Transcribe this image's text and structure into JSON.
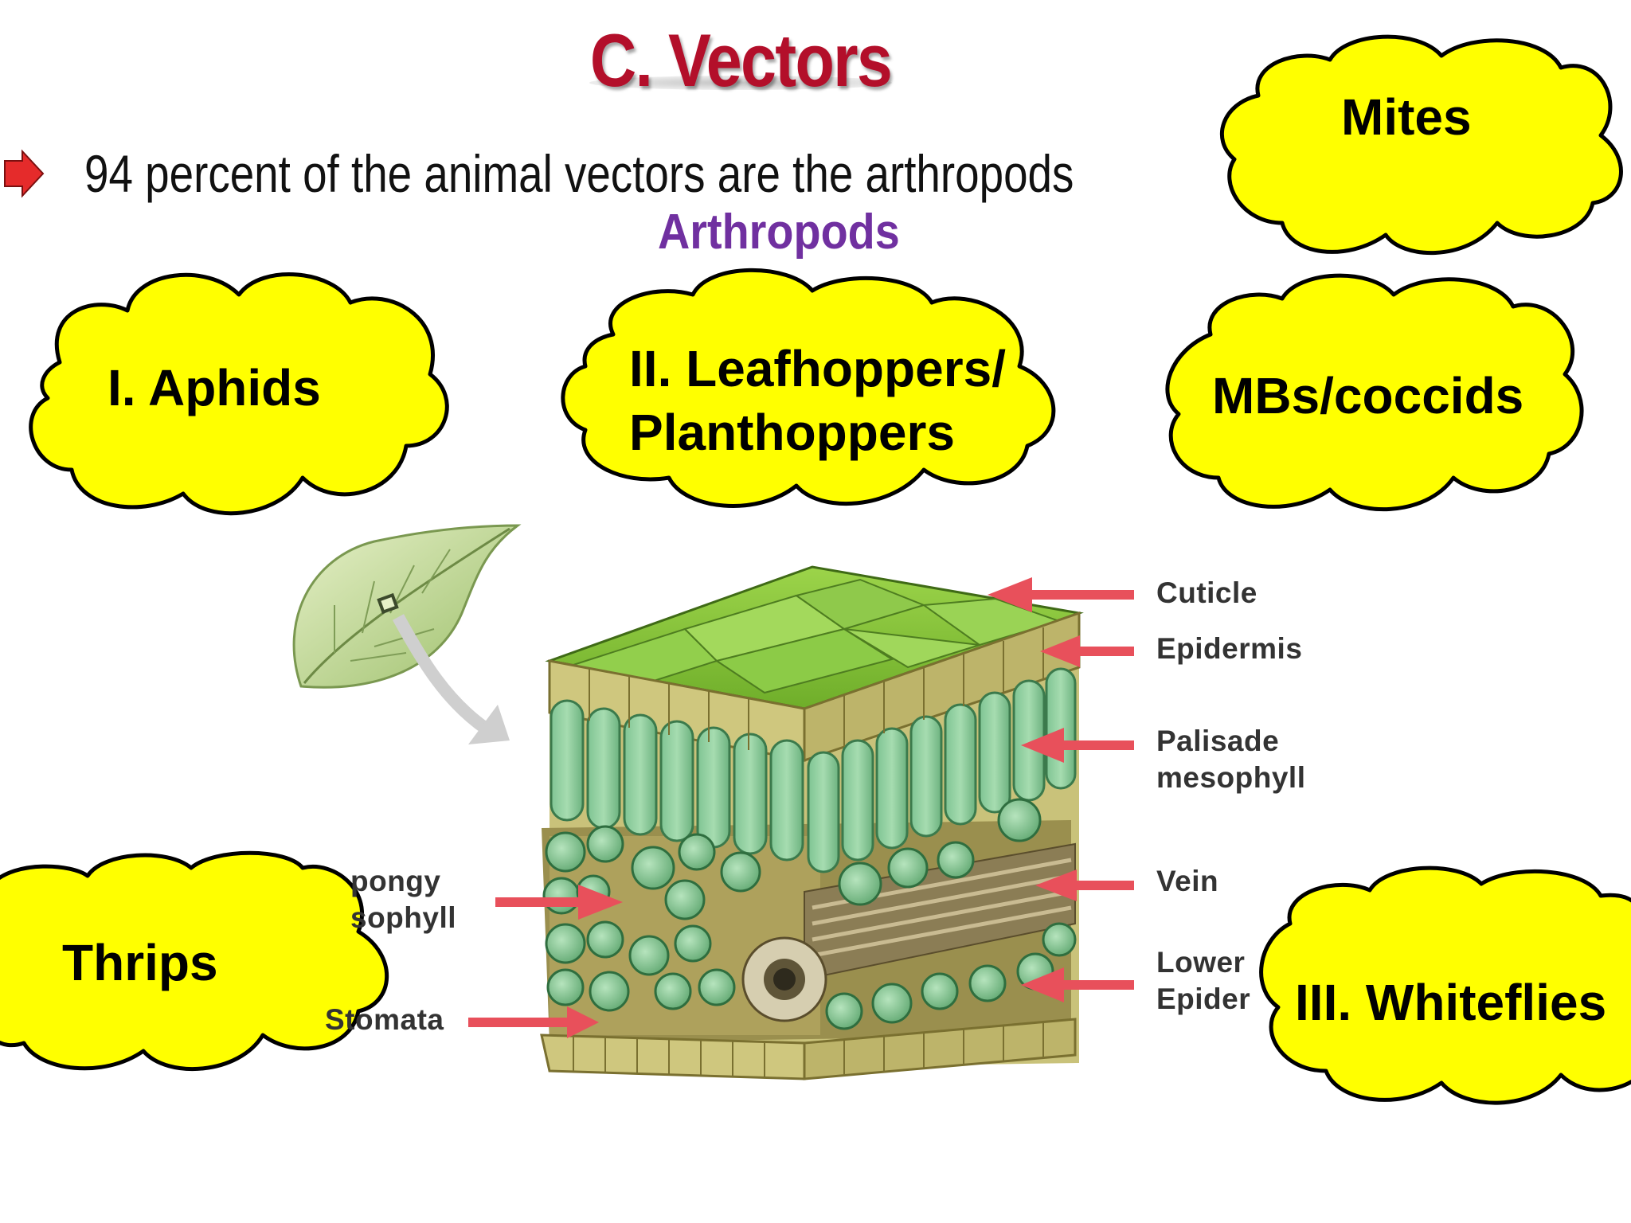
{
  "title": "C. Vectors",
  "bullet": {
    "icon": "red-arrow-icon",
    "text": "94 percent of the animal vectors are the arthropods"
  },
  "subtitle": "Arthropods",
  "colors": {
    "title": "#b30f2a",
    "subtitle": "#7030a0",
    "cloud_fill": "#ffff00",
    "cloud_stroke": "#000000",
    "arrow": "#e8505b",
    "leaf_green": "#8cc63f"
  },
  "clouds": {
    "aphids": "I. Aphids",
    "leafhoppers_line1": "II. Leafhoppers/",
    "leafhoppers_line2": "Planthoppers",
    "mbs_coccids": "MBs/coccids",
    "mites": "Mites",
    "thrips": "Thrips",
    "whiteflies": "III. Whiteflies"
  },
  "diagram_labels": {
    "cuticle": "Cuticle",
    "epidermis": "Epidermis",
    "palisade_line1": "Palisade",
    "palisade_line2": "mesophyll",
    "vein": "Vein",
    "lower_epidermis_line1": "Lower",
    "lower_epidermis_line2": "Epider",
    "spongy_line1": "pongy",
    "spongy_line2": "sophyll",
    "stomata": "Stomata"
  }
}
